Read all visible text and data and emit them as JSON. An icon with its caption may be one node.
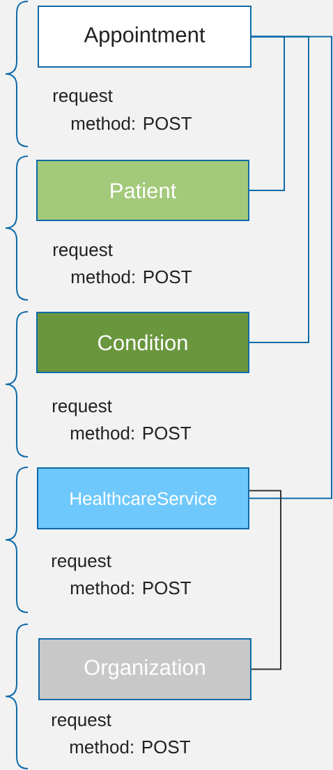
{
  "diagram": {
    "nodes": [
      {
        "text": [
          "Appointment"
        ],
        "beside": [
          "request",
          "method: POST"
        ]
      },
      {
        "text": [
          "Patient"
        ],
        "beside": [
          "request",
          "method: POST"
        ]
      },
      {
        "text": [
          "Condition"
        ],
        "beside": [
          "request",
          "method: POST"
        ]
      },
      {
        "text": [
          "HealthcareService"
        ],
        "beside": [
          "request",
          "method: POST"
        ]
      },
      {
        "text": [
          "Organization"
        ],
        "beside": [
          "request",
          "method: POST"
        ]
      }
    ],
    "edges": [
      {
        "from": 0,
        "to": 1,
        "arrow": "none"
      },
      {
        "from": 0,
        "to": 2,
        "arrow": "none"
      },
      {
        "from": 0,
        "to": 3,
        "arrow": "none"
      },
      {
        "from": 3,
        "to": 4,
        "arrow": "none",
        "color": "#333333"
      }
    ]
  }
}
